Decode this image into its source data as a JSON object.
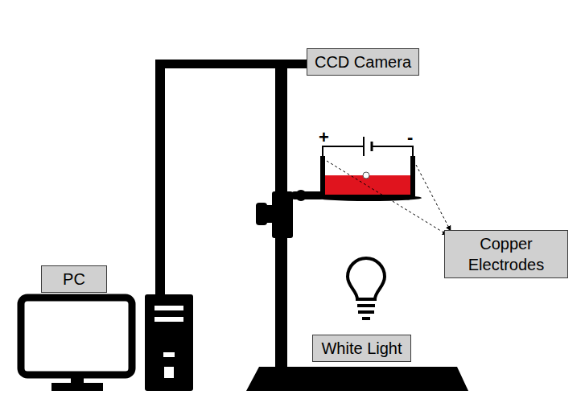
{
  "diagram": {
    "nodes": [
      {
        "text": [
          "CCD Camera"
        ]
      },
      {
        "text": [
          "Copper Electrodes"
        ]
      },
      {
        "text": [
          "PC"
        ]
      },
      {
        "text": [
          "White Light"
        ]
      }
    ],
    "labels": [
      "+",
      "-"
    ]
  }
}
